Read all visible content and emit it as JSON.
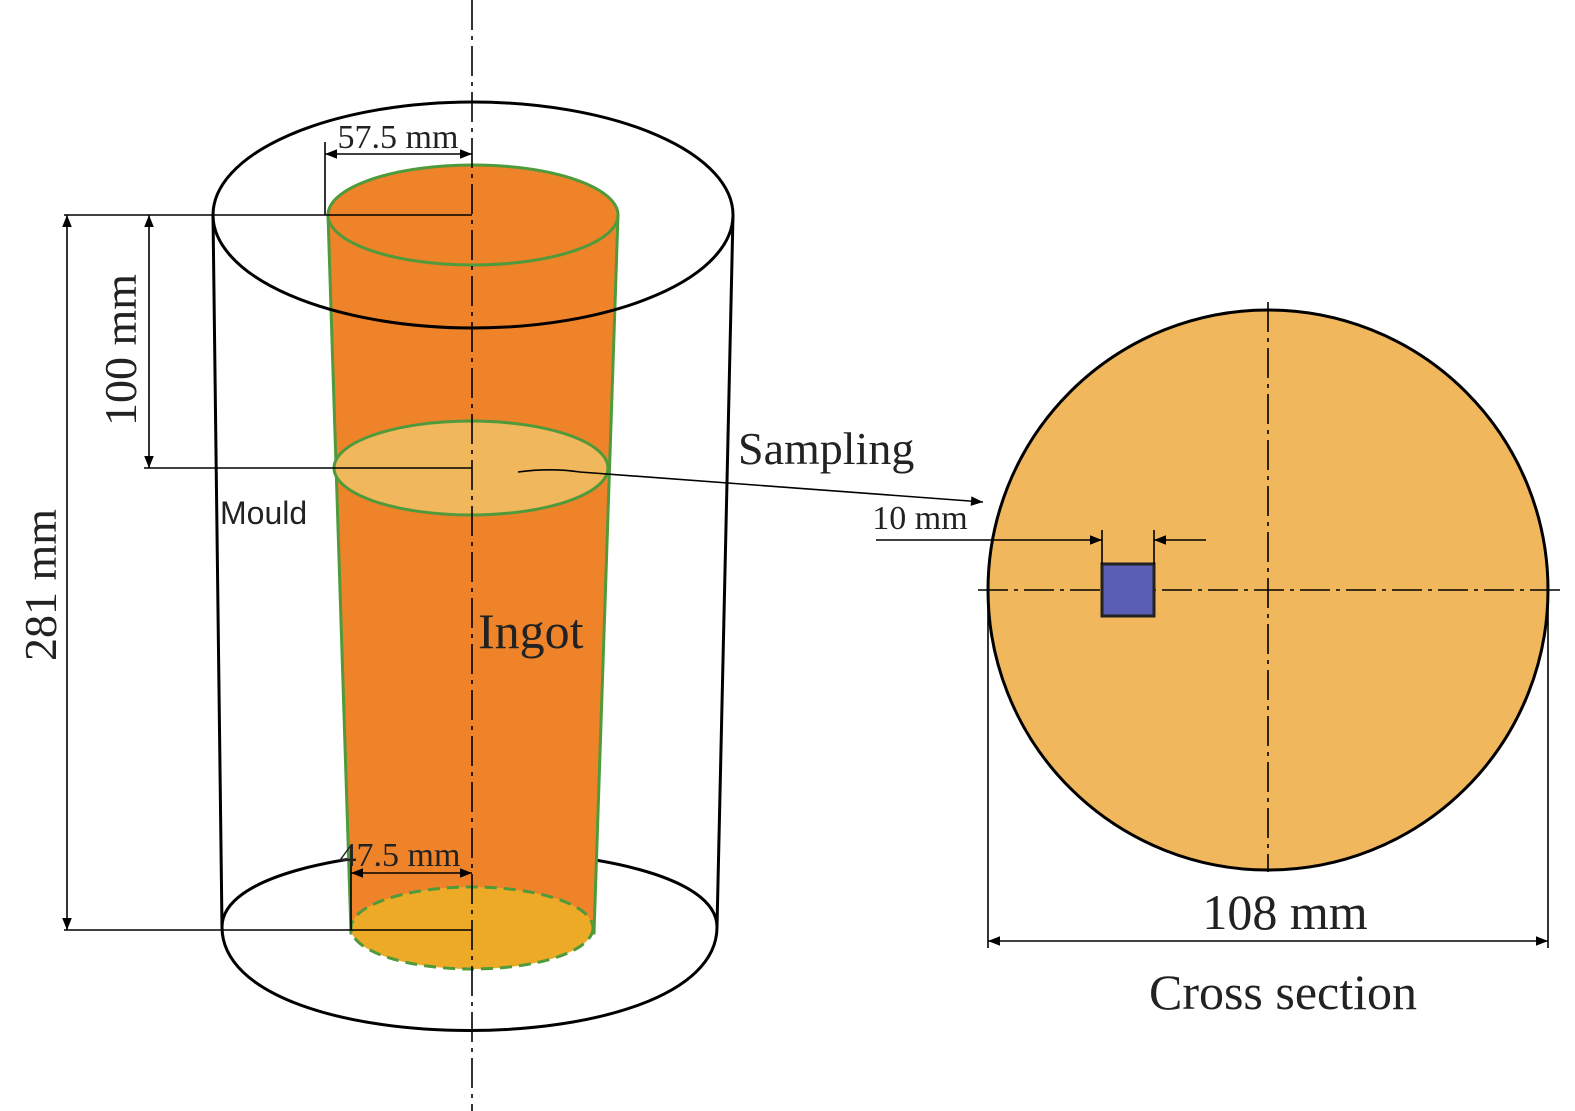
{
  "colors": {
    "ingot": "#ef8329",
    "ingot_edge": "#4f9a3a",
    "sample_section": "#f1b75c",
    "ingot_bottom": "#edaa26",
    "cross_section": "#f1b75c",
    "specimen": "#5a5fb5",
    "line": "#000000"
  },
  "labels": {
    "top_width": "57.5 mm",
    "bottom_width": "47.5 mm",
    "sampling_depth": "100 mm",
    "total_height": "281 mm",
    "mould": "Mould",
    "ingot": "Ingot",
    "sampling": "Sampling",
    "specimen_size": "10 mm",
    "diameter": "108 mm",
    "cross_section": "Cross section"
  }
}
